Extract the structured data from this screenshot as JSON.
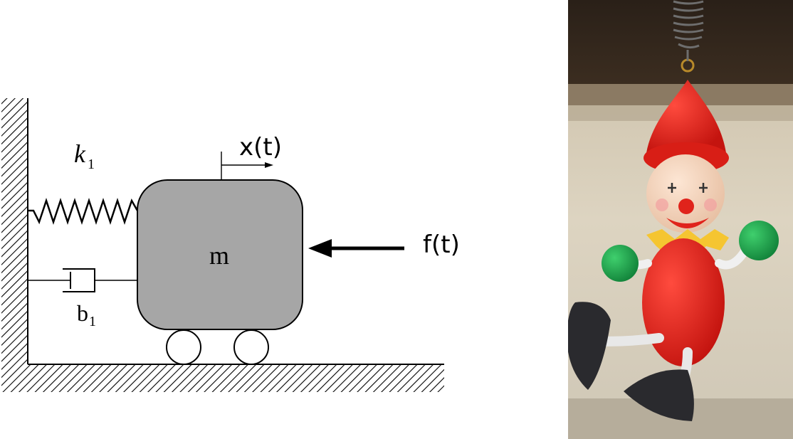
{
  "diagram": {
    "spring_label": "k",
    "spring_subscript": "1",
    "damper_label": "b",
    "damper_subscript": "1",
    "mass_label": "m",
    "displacement_label": "x(t)",
    "force_label": "f(t)",
    "colors": {
      "mass_fill": "#a6a6a6",
      "line": "#000000"
    }
  },
  "photo": {
    "subject": "wooden clown toy hanging from a coil spring",
    "colors": {
      "hat": "#e0231b",
      "body": "#e0231b",
      "hands": "#1d9a47",
      "collar": "#f5c531",
      "shoes": "#2a2a2e",
      "face": "#f6d7c0",
      "background_top": "#2e241c",
      "background_wall": "#d8cfbb"
    }
  }
}
